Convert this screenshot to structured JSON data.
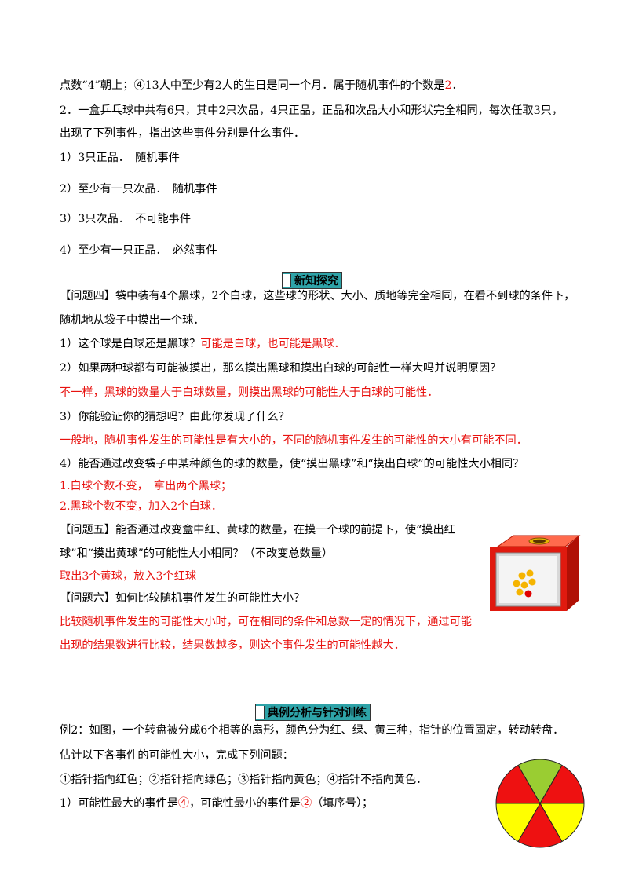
{
  "lines": {
    "l1a": "点数“4”朝上；④13人中至少有2人的生日是同一个月．属于随机事件的个数是",
    "l1b": "2",
    "l1c": "．",
    "l2": "2．一盒乒乓球中共有6只，其中2只次品，4只正品，正品和次品大小和形状完全相同，每次任取3只，",
    "l3": "出现了下列事件，指出这些事件分别是什么事件．",
    "l4": "1）3只正品．　随机事件",
    "l5": "2）至少有一只次品．　随机事件",
    "l6": "3）3只次品．　不可能事件",
    "l7": "4）至少有一只正品．　必然事件"
  },
  "section1": {
    "title": "新知探究"
  },
  "q4": {
    "title": "【问题四】袋中装有4个黑球，2个白球，这些球的形状、大小、质地等完全相同，在看不到球的条件下，",
    "title2": "随机地从袋子中摸出一个球．",
    "s1": "1）这个球是白球还是黑球？",
    "s1ans": "可能是白球，也可能是黑球．",
    "s2": "2）如果两种球都有可能被摸出，那么摸出黑球和摸出白球的可能性一样大吗并说明原因？",
    "s2ans": "不一样，黑球的数量大于白球数量，则摸出黑球的可能性大于白球的可能性．",
    "s3": "3）你能验证你的猜想吗？由此你发现了什么？",
    "s3ans": "一般地，随机事件发生的可能性是有大小的，不同的随机事件发生的可能性的大小有可能不同．",
    "s4": "4）能否通过改变袋子中某种颜色的球的数量，使“摸出黑球”和“摸出白球”的可能性大小相同？",
    "s4ans1": "1.白球个数不变，　拿出两个黑球；",
    "s4ans2": "2.黑球个数不变，加入2个白球．"
  },
  "q5": {
    "line1": "【问题五】能否通过改变盒中红、黄球的数量，在摸一个球的前提下，使“摸出红",
    "line2": "球”和“摸出黄球”的可能性大小相同？（不改变总数量）",
    "ans": "取出3个黄球，放入3个红球"
  },
  "q6": {
    "line1": "【问题六】如何比较随机事件发生的可能性大小？",
    "ans1": "比较随机事件发生的可能性大小时，可在相同的条件和总数一定的情况下，通过可能",
    "ans2": "出现的结果数进行比较，结果数越多，则这个事件发生的可能性越大．"
  },
  "section2": {
    "title": "典例分析与针对训练"
  },
  "ex2": {
    "line1": "例2：如图，一个转盘被分成6个相等的扇形，颜色分为红、绿、黄三种，指针的位置固定，转动转盘．",
    "line2": "估计以下各事件的可能性大小，完成下列问题：",
    "line3": "①指针指向红色；②指针指向绿色；③指针指向黄色；④指针不指向黄色．",
    "line4a": "1）可能性最大的事件是",
    "line4b": "④",
    "line4c": "，可能性最小的事件是",
    "line4d": "②",
    "line4e": "（填序号）；"
  },
  "colors": {
    "answer": "#e8120f",
    "section_bg": "#2ea3a8",
    "red": "#ee1111",
    "green": "#9acd32",
    "yellow": "#ffff00"
  },
  "spinner": [
    "green",
    "red",
    "yellow",
    "red",
    "yellow",
    "red"
  ]
}
